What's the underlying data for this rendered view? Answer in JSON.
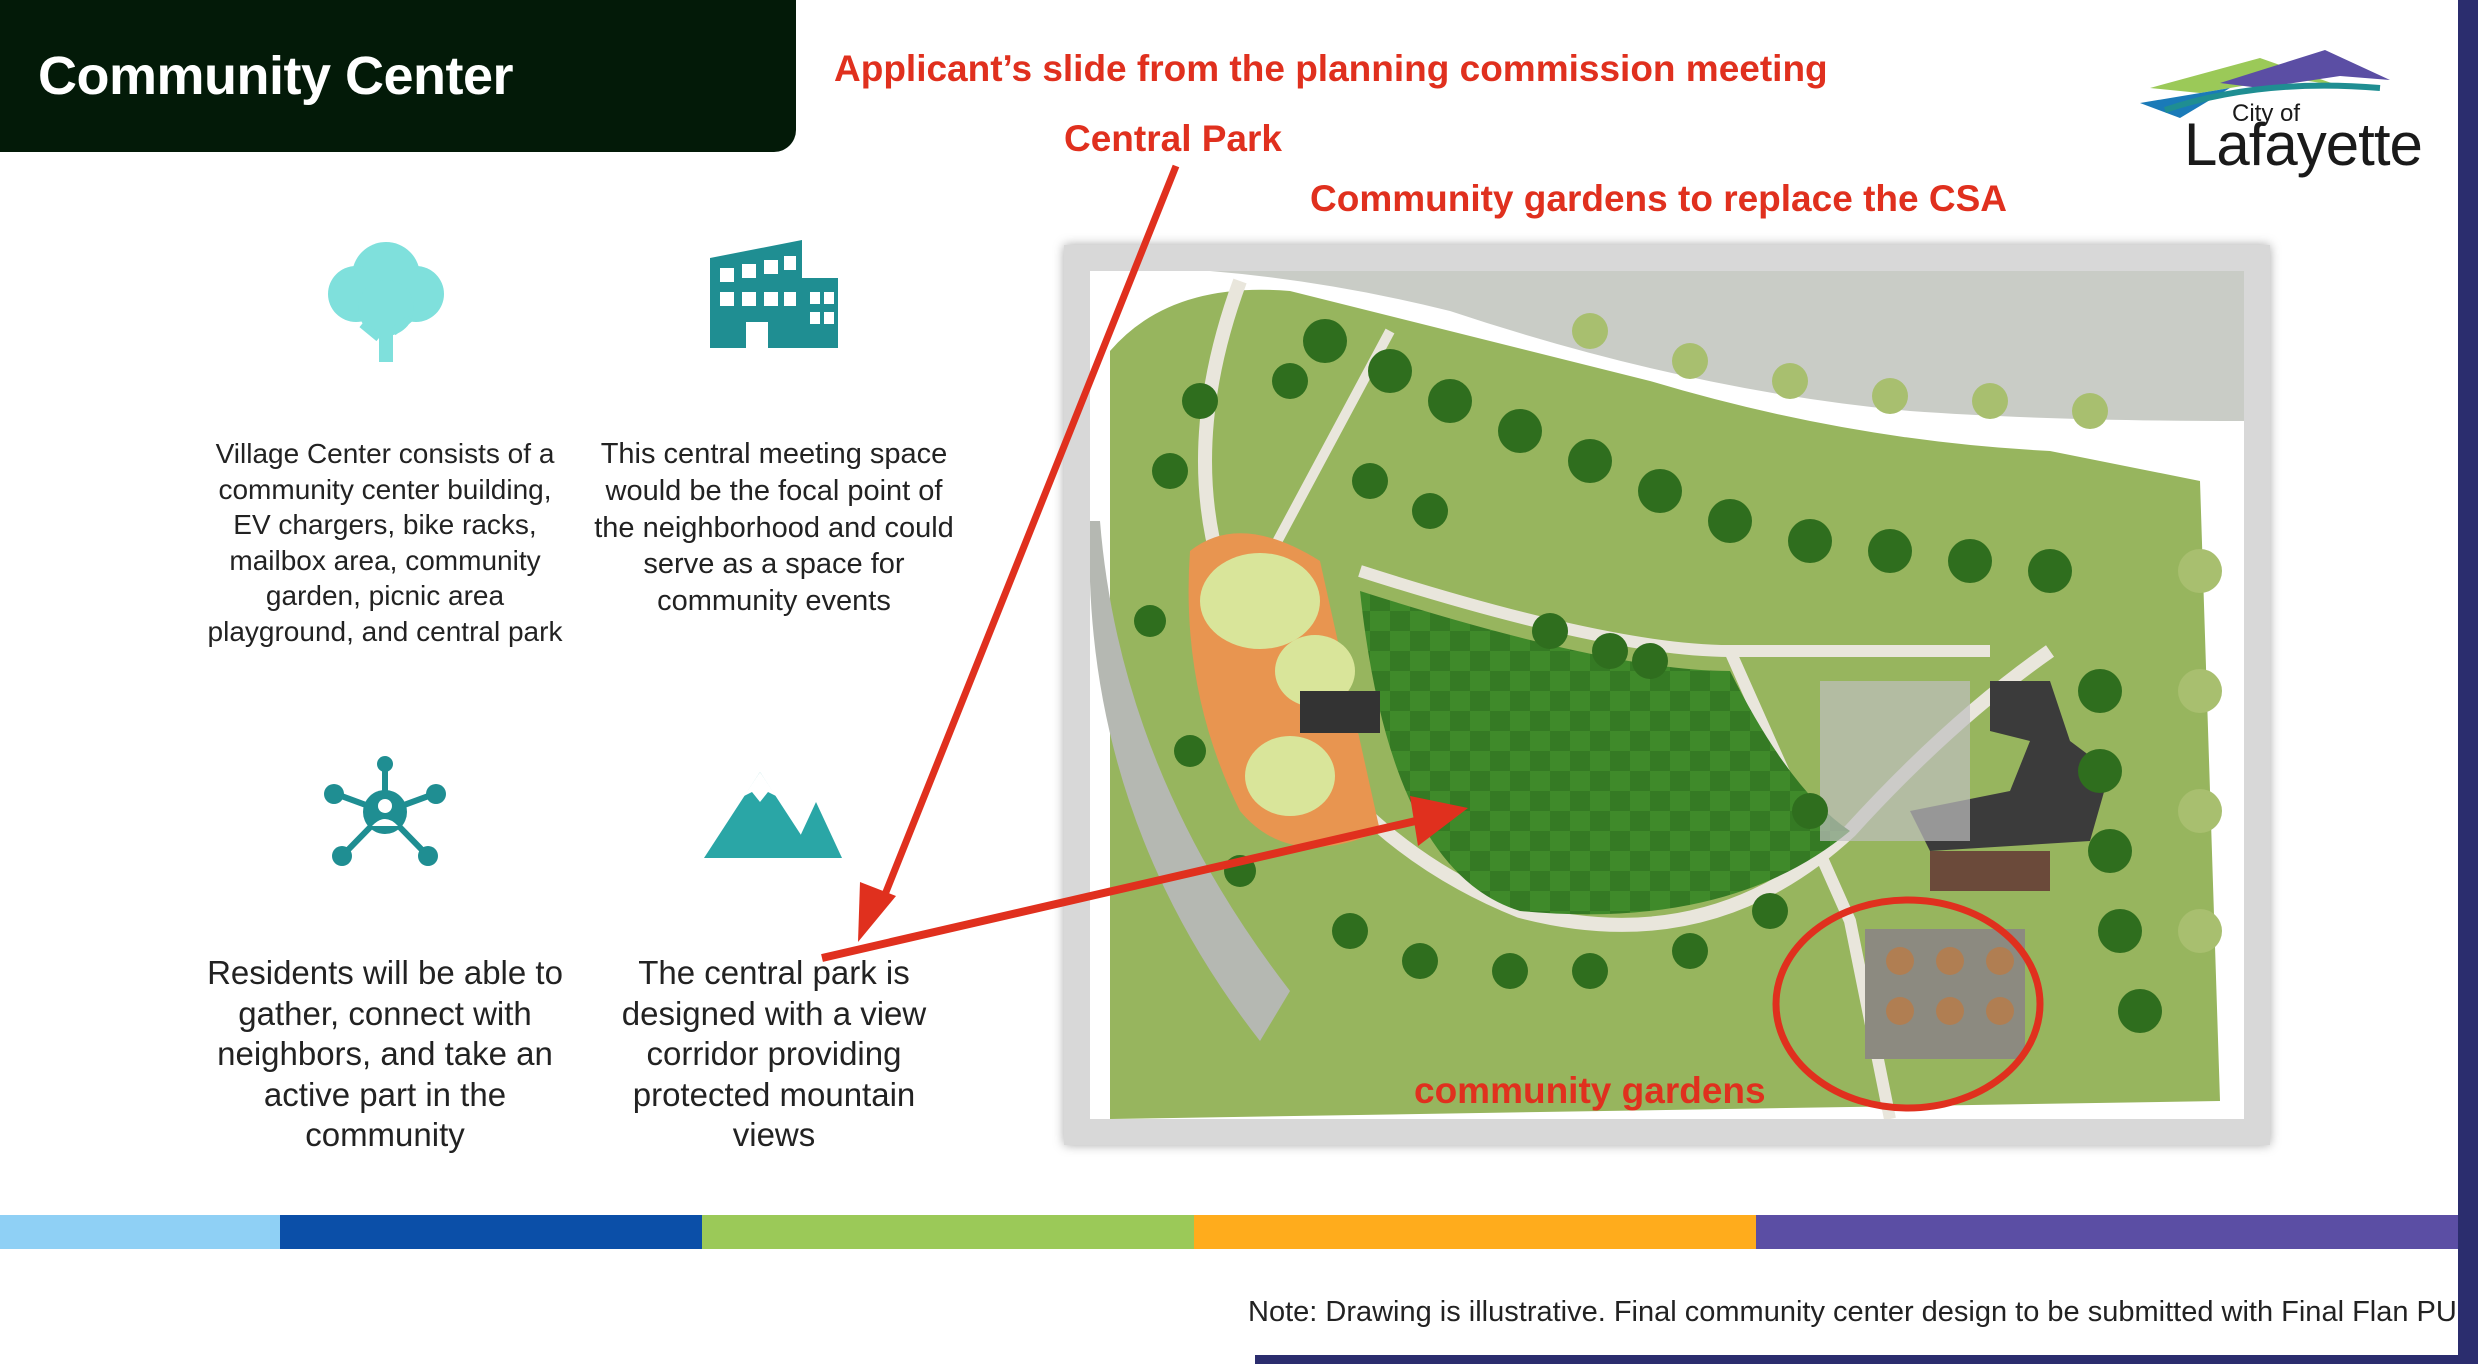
{
  "slide": {
    "title": "Community Center",
    "logo": {
      "small": "City of",
      "big": "Lafayette"
    },
    "features": [
      {
        "icon": "tree-icon",
        "text": "Village Center consists of a community center building, EV chargers, bike racks, mailbox area, community garden, picnic area playground, and central park"
      },
      {
        "icon": "building-icon",
        "text": "This central meeting space would be the focal point of the neighborhood and could serve as a space for community events"
      },
      {
        "icon": "network-people-icon",
        "text": "Residents will be able to gather, connect with neighbors, and take an active part in the community"
      },
      {
        "icon": "mountain-icon",
        "text": "The central park is designed with a view corridor providing protected mountain views"
      }
    ],
    "stripe_colors": [
      "#8fd0f5",
      "#0b4fa8",
      "#9bc958",
      "#ffac1c",
      "#5b4ea4"
    ],
    "note": "Note: Drawing is illustrative. Final community center design to be submitted with Final Flan PU"
  },
  "annotations": {
    "top": "Applicant’s slide from the planning commission meeting",
    "central_park": "Central Park",
    "gardens_replace": "Community gardens to replace the CSA",
    "gardens": "community gardens",
    "color": "#e0301e"
  },
  "colors": {
    "title_bg": "#031a08",
    "icon_teal": "#1f8e92",
    "tree_teal": "#7fe0dc"
  }
}
